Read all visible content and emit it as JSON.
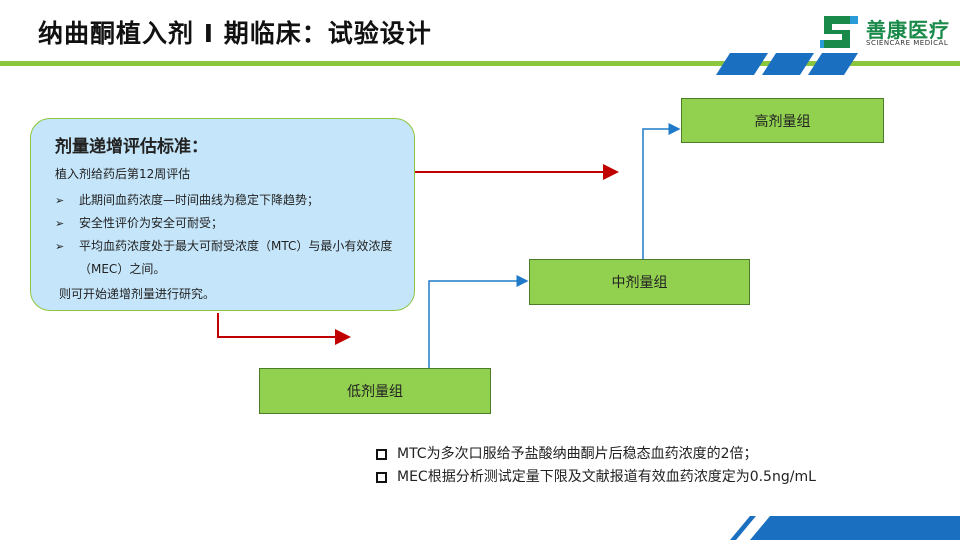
{
  "header": {
    "title": "纳曲酮植入剂 I 期临床：试验设计",
    "logo_cn": "善康医疗",
    "logo_en": "SCIENCARE MEDICAL"
  },
  "criteria": {
    "heading": "剂量递增评估标准：",
    "intro": "植入剂给药后第12周评估",
    "items": [
      "此期间血药浓度—时间曲线为稳定下降趋势；",
      "安全性评价为安全可耐受；",
      "平均血药浓度处于最大可耐受浓度（MTC）与最小有效浓度（MEC）之间。"
    ],
    "bullet": "➢",
    "conclusion": "则可开始递增剂量进行研究。"
  },
  "groups": {
    "high": "高剂量组",
    "mid": "中剂量组",
    "low": "低剂量组"
  },
  "notes": [
    "MTC为多次口服给予盐酸纳曲酮片后稳态血药浓度的2倍；",
    "MEC根据分析测试定量下限及文献报道有效血药浓度定为0.5ng/mL"
  ],
  "colors": {
    "green": "#8cc63f",
    "box_green": "#92d050",
    "box_blue": "#c5e6fa",
    "arrow_red": "#c00000",
    "arrow_blue": "#1f78c8",
    "stripe_blue": "#1a6fc0"
  }
}
